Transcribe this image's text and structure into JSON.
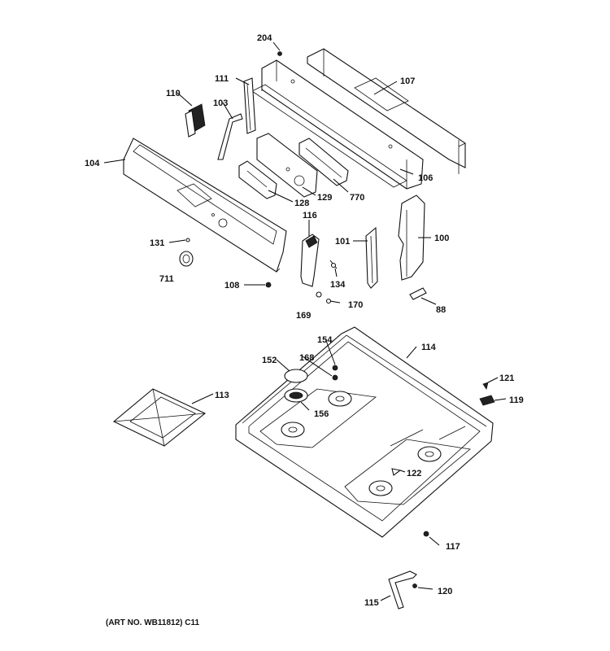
{
  "caption": "(ART NO. WB11812) C11",
  "labels": {
    "l204": "204",
    "l111": "111",
    "l107": "107",
    "l110": "110",
    "l103": "103",
    "l104": "104",
    "l106": "106",
    "l128": "128",
    "l129": "129",
    "l770": "770",
    "l116": "116",
    "l101": "101",
    "l100": "100",
    "l131": "131",
    "l711": "711",
    "l108": "108",
    "l134": "134",
    "l169": "169",
    "l170": "170",
    "l88": "88",
    "l154": "154",
    "l114": "114",
    "l152": "152",
    "l168": "168",
    "l113": "113",
    "l156": "156",
    "l121": "121",
    "l119": "119",
    "l122": "122",
    "l117": "117",
    "l120": "120",
    "l115": "115"
  }
}
